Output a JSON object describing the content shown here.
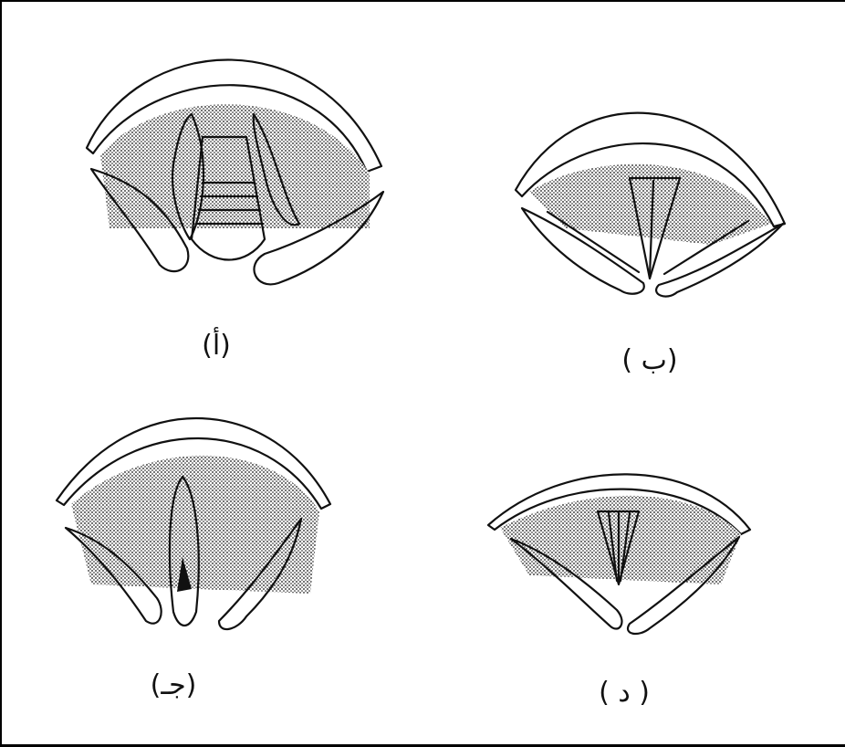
{
  "figure": {
    "panels": [
      {
        "id": "a",
        "label": "(أ)"
      },
      {
        "id": "b",
        "label": "( ب)"
      },
      {
        "id": "c",
        "label": "(جـ)"
      },
      {
        "id": "d",
        "label": "( د )"
      }
    ]
  }
}
